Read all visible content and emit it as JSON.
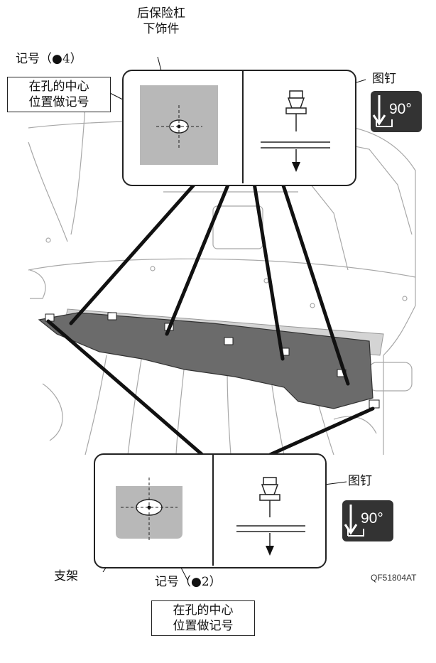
{
  "labels": {
    "bumper_lower_trim": [
      "后保险杠",
      "下饰件"
    ],
    "mark_top": "记号（●4）",
    "center_mark_top": [
      "在孔的中心",
      "位置做记号"
    ],
    "pushpin_top": "图钉",
    "pushpin_bottom": "图钉",
    "bracket": "支架",
    "mark_bottom": "记号（●2）",
    "center_mark_bottom": [
      "在孔的中心",
      "位置做记号"
    ],
    "figure_code": "QF51804AT"
  },
  "angle_badge": {
    "text": "90°",
    "icon": "right-angle-down-arrow-icon"
  },
  "colors": {
    "badge_bg": "#333333",
    "trim_part": "#6b6b6b",
    "sketch_line": "#9a9a9a",
    "panel_part": "#b8b8b8"
  }
}
